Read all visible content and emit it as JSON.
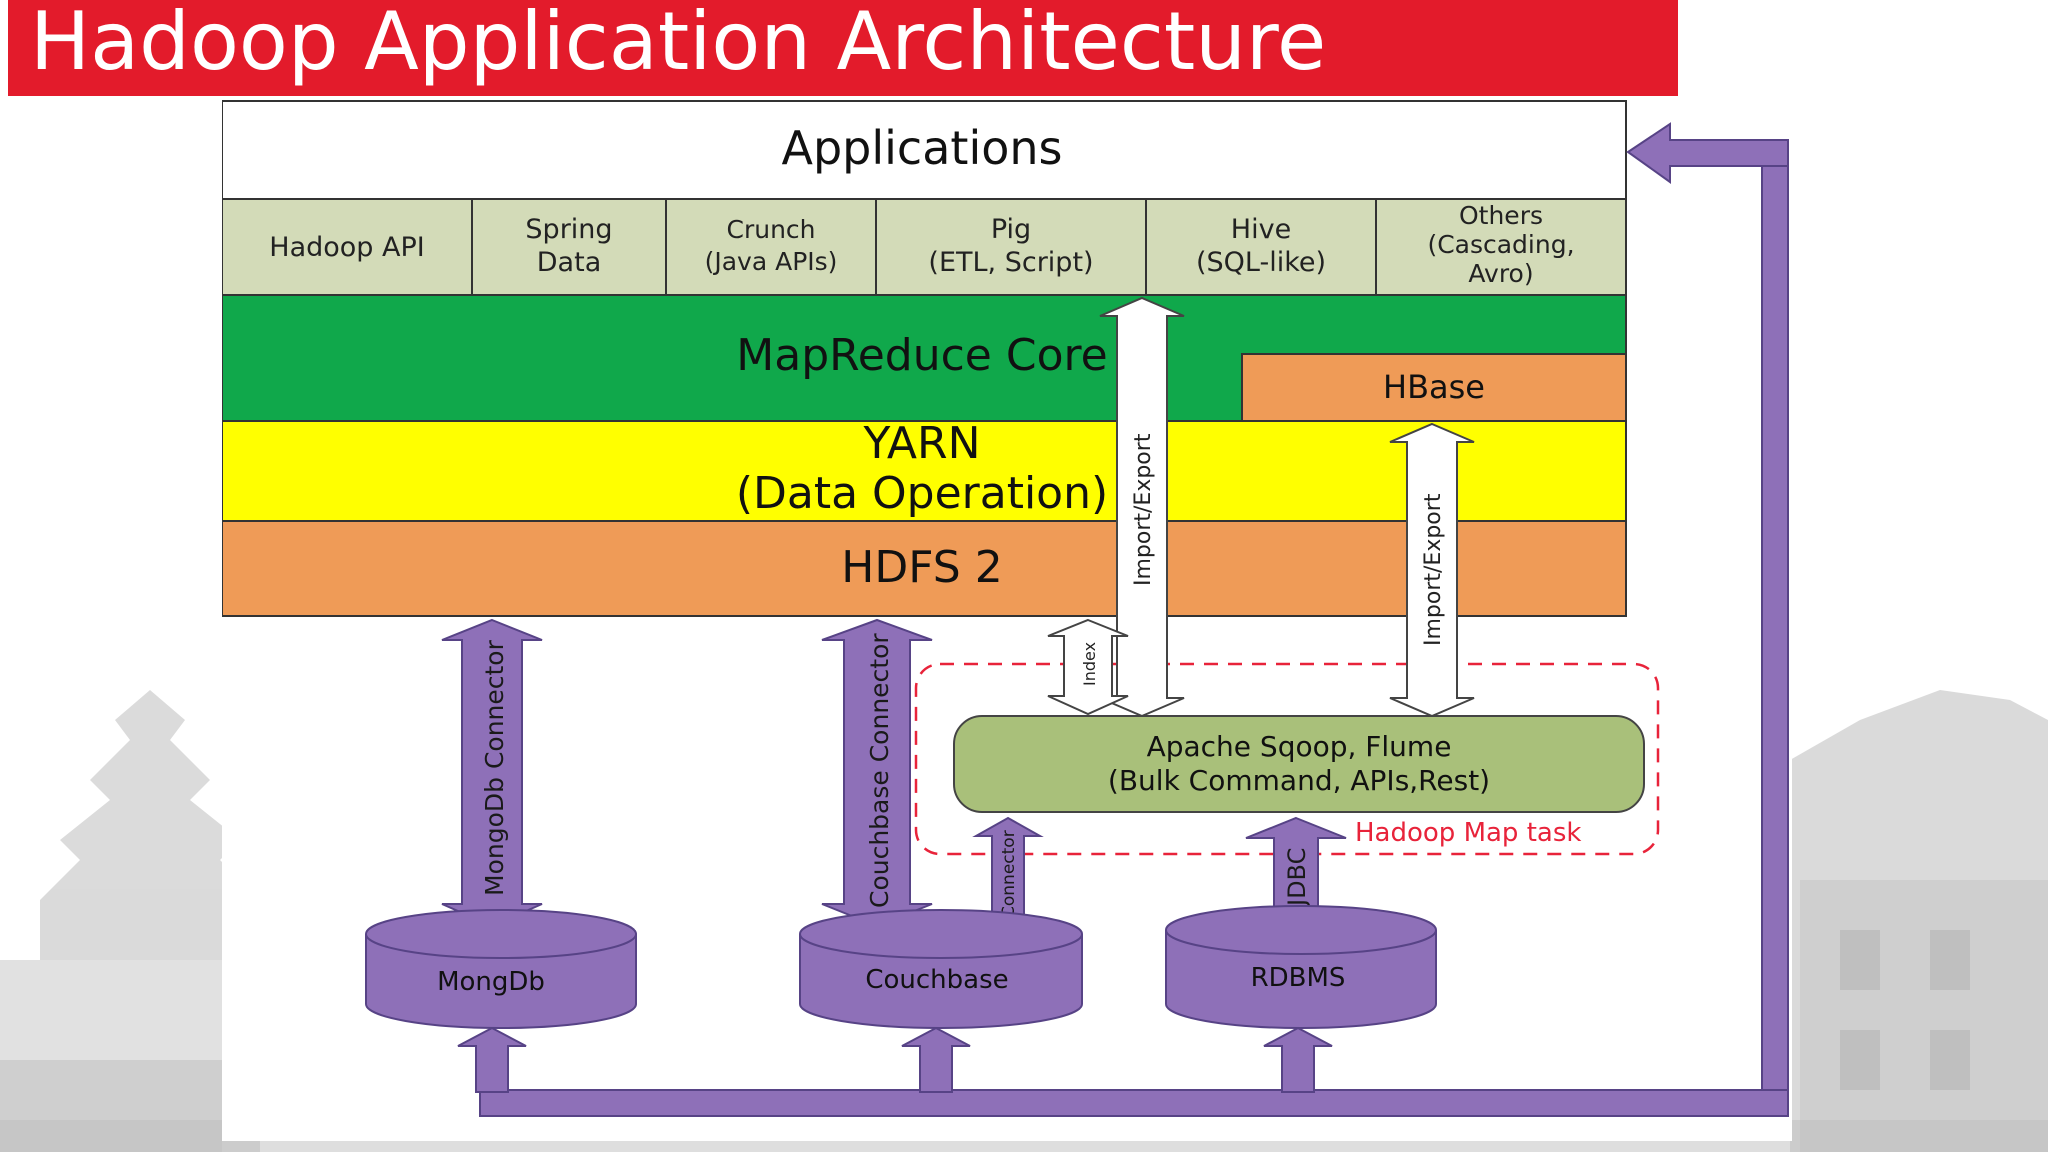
{
  "title": "Hadoop Application Architecture",
  "colors": {
    "title_bar": "#e31b2b",
    "app_cell": "#d3dbb8",
    "mapreduce": "#10a84b",
    "hbase": "#ef9b57",
    "yarn": "#ffff00",
    "hdfs": "#ef9b57",
    "sqoop": "#a9c07a",
    "arrow_purple": "#8e70b8",
    "arrow_outline": "#574386",
    "dashed_red": "#e8233a"
  },
  "diagram": {
    "applications": "Applications",
    "app_cells": [
      {
        "l1": "Hadoop API",
        "l2": "",
        "l3": ""
      },
      {
        "l1": "Spring",
        "l2": "Data",
        "l3": ""
      },
      {
        "l1": "Crunch",
        "l2": "(Java APIs)",
        "l3": ""
      },
      {
        "l1": "Pig",
        "l2": "(ETL, Script)",
        "l3": ""
      },
      {
        "l1": "Hive",
        "l2": "(SQL-like)",
        "l3": ""
      },
      {
        "l1": "Others",
        "l2": "(Cascading,",
        "l3": "Avro)"
      }
    ],
    "mapreduce": "MapReduce Core",
    "hbase": "HBase",
    "yarn_l1": "YARN",
    "yarn_l2": "(Data Operation)",
    "hdfs": "HDFS 2",
    "import_export_1": "Import/Export",
    "import_export_2": "Import/Export",
    "index": "Index",
    "sqoop_l1": "Apache Sqoop, Flume",
    "sqoop_l2": "(Bulk Command, APIs,Rest)",
    "map_task": "Hadoop Map task",
    "mongo_connector": "MongoDb Connector",
    "couchbase_connector": "Couchbase Connector",
    "connector": "Connector",
    "jdbc": "JDBC",
    "mongodb": "MongDb",
    "couchbase": "Couchbase",
    "rdbms": "RDBMS"
  }
}
